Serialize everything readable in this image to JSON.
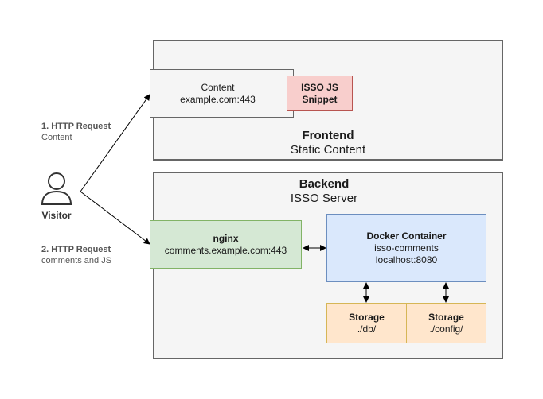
{
  "frontend": {
    "title": "Frontend",
    "subtitle": "Static Content"
  },
  "backend": {
    "title": "Backend",
    "subtitle": "ISSO Server"
  },
  "content_box": {
    "line1": "Content",
    "line2": "example.com:443"
  },
  "isso_snippet": {
    "line1": "ISSO JS",
    "line2": "Snippet"
  },
  "nginx": {
    "title": "nginx",
    "line2": "comments.example.com:443"
  },
  "docker": {
    "title": "Docker Container",
    "line2": "isso-comments",
    "line3": "localhost:8080"
  },
  "storage_db": {
    "title": "Storage",
    "path": "./db/"
  },
  "storage_config": {
    "title": "Storage",
    "path": "./config/"
  },
  "visitor": {
    "label": "Visitor",
    "icon": "user-icon"
  },
  "request1": {
    "title": "1. HTTP Request",
    "detail": "Content"
  },
  "request2": {
    "title": "2. HTTP Request",
    "detail": "comments and JS"
  },
  "colors": {
    "group_fill": "#f5f5f5",
    "group_stroke": "#666666",
    "snippet_fill": "#f8cecc",
    "snippet_stroke": "#b85450",
    "nginx_fill": "#d5e8d4",
    "nginx_stroke": "#82b366",
    "docker_fill": "#dae8fc",
    "docker_stroke": "#6c8ebf",
    "storage_fill": "#ffe6cc",
    "storage_stroke": "#d6b656"
  }
}
